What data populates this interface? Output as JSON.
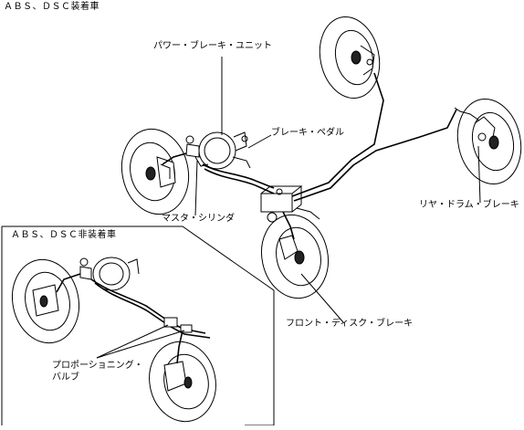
{
  "title_with_abs": "ＡＢＳ、ＤＳＣ装着車",
  "title_without_abs": "ＡＢＳ、ＤＳＣ非装着車",
  "labels": {
    "power_brake_unit": "パワー・ブレーキ・ユニット",
    "brake_pedal": "ブレーキ・ペダル",
    "master_cylinder": "マスタ・シリンダ",
    "rear_drum_brake": "リヤ・ドラム・ブレーキ",
    "front_disc_brake": "フロント・ディスク・ブレーキ",
    "proportioning_valve_line1": "プロポーショニング・",
    "proportioning_valve_line2": "バルブ"
  }
}
